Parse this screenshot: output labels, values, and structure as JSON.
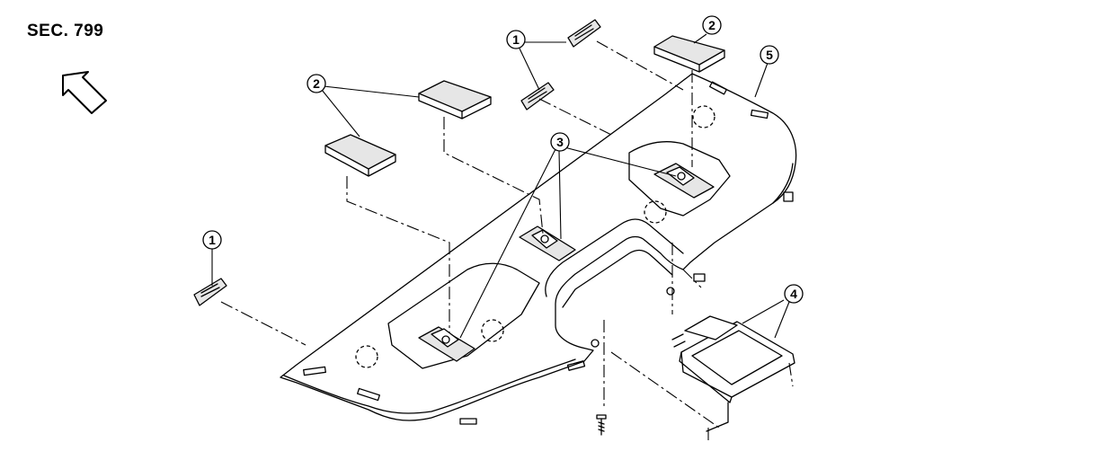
{
  "section_label": "SEC. 799",
  "callouts": [
    {
      "id": "callout-1-top",
      "number": "1"
    },
    {
      "id": "callout-2-top",
      "number": "2"
    },
    {
      "id": "callout-5",
      "number": "5"
    },
    {
      "id": "callout-2-left",
      "number": "2"
    },
    {
      "id": "callout-3",
      "number": "3"
    },
    {
      "id": "callout-1-left",
      "number": "1"
    },
    {
      "id": "callout-4",
      "number": "4"
    }
  ],
  "icons": {
    "front_arrow": "front-direction-arrow-icon"
  }
}
